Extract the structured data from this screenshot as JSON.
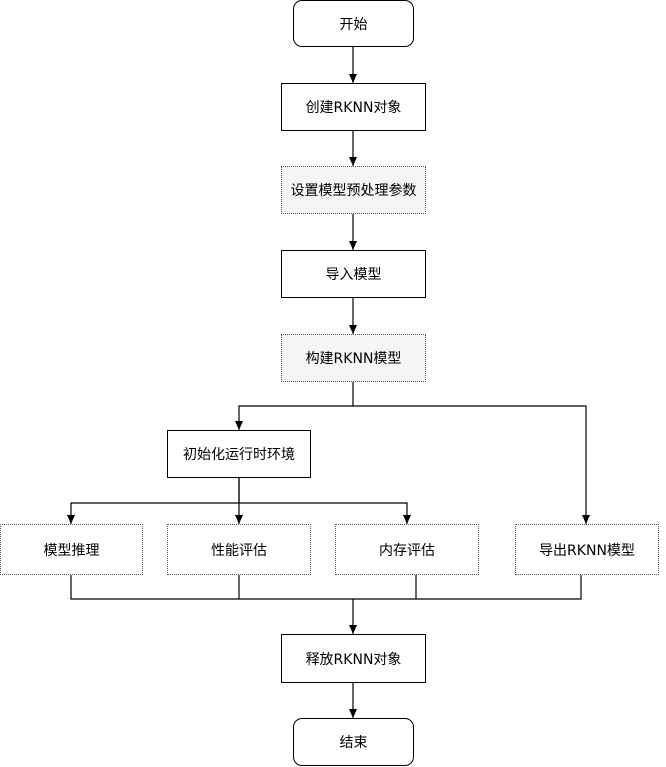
{
  "nodes": {
    "start": "开始",
    "create": "创建RKNN对象",
    "config": "设置模型预处理参数",
    "load": "导入模型",
    "build": "构建RKNN模型",
    "init_runtime": "初始化运行时环境",
    "inference": "模型推理",
    "perf_eval": "性能评估",
    "mem_eval": "内存评估",
    "export": "导出RKNN模型",
    "release": "释放RKNN对象",
    "end": "结束"
  },
  "colors": {
    "line": "#000000",
    "grey_fill": "#f5f5f5",
    "dotted_border": "#555555"
  }
}
